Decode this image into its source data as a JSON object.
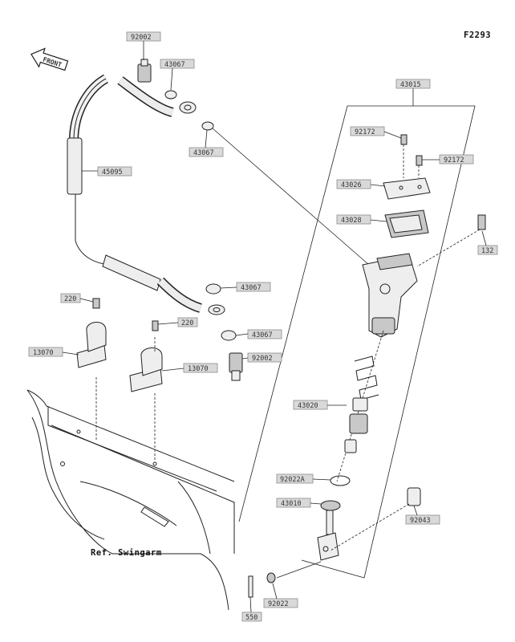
{
  "figure_code": "F2293",
  "direction_arrow": "FRONT",
  "reference_note": "Ref. Swingarm",
  "parts": {
    "p92002_top": "92002",
    "p43067_a": "43067",
    "p43067_b": "43067",
    "p45095": "45095",
    "p43067_c": "43067",
    "p220_a": "220",
    "p220_b": "220",
    "p13070_a": "13070",
    "p13070_b": "13070",
    "p43067_d": "43067",
    "p92002_b": "92002",
    "p43015": "43015",
    "p92172_a": "92172",
    "p92172_b": "92172",
    "p43026": "43026",
    "p43028": "43028",
    "p132": "132",
    "p43020": "43020",
    "p92022A": "92022A",
    "p43010": "43010",
    "p92043": "92043",
    "p92022": "92022",
    "p550": "550"
  }
}
